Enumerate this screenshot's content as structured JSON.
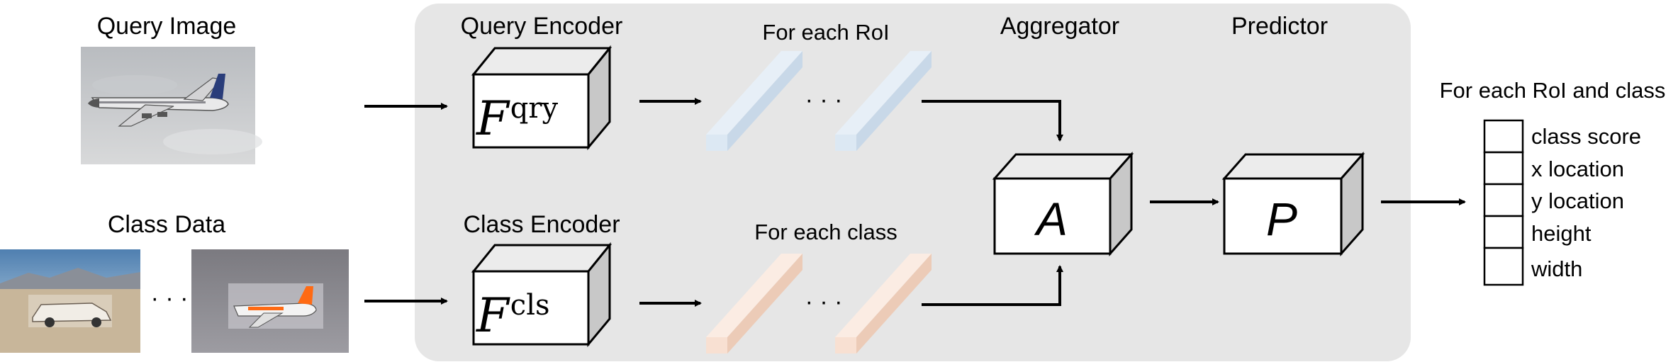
{
  "inputs": {
    "query_image_label": "Query Image",
    "class_data_label": "Class Data",
    "ellipsis": "· · ·"
  },
  "encoders": {
    "query": {
      "title": "Query Encoder",
      "symbol": "F",
      "superscript": "qry"
    },
    "class": {
      "title": "Class Encoder",
      "symbol": "F",
      "superscript": "cls"
    }
  },
  "features": {
    "query_caption": "For each RoI",
    "class_caption": "For each class",
    "ellipsis": "· · ·"
  },
  "aggregator": {
    "title": "Aggregator",
    "symbol": "A"
  },
  "predictor": {
    "title": "Predictor",
    "symbol": "P"
  },
  "output": {
    "caption": "For each RoI and class",
    "fields": [
      "class score",
      "x location",
      "y location",
      "height",
      "width"
    ]
  },
  "colors": {
    "panel": "#e6e6e6",
    "query_bar": "#dce8f3",
    "class_bar": "#f8e0d2",
    "box_side": "#c8c8c8",
    "box_top": "#ececec"
  }
}
